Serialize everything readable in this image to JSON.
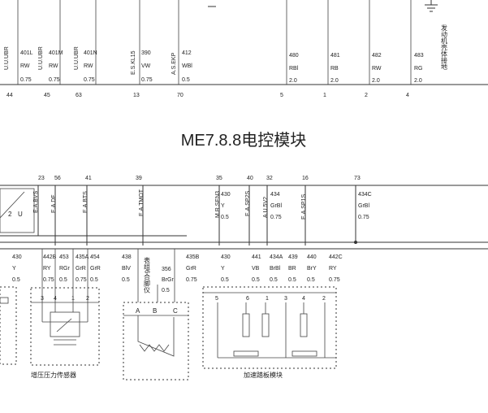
{
  "module_title": "ME7.8.8电控模块",
  "ground_label": "发动机壳体接地",
  "top_wires": [
    {
      "signal": "U.U.UBR",
      "code": "401L",
      "color": "RW",
      "size": "0.75",
      "pin": "44"
    },
    {
      "signal": "U.U.UBR",
      "code": "401M",
      "color": "RW",
      "size": "0.75",
      "pin": "45"
    },
    {
      "signal": "U.U.UBR",
      "code": "401N",
      "color": "RW",
      "size": "0.75",
      "pin": "63"
    },
    {
      "signal": "E.S.KL15",
      "code": "390",
      "color": "VW",
      "size": "0.75",
      "pin": "13"
    },
    {
      "signal": "A.S.EKP",
      "code": "412",
      "color": "WBl",
      "size": "0.5",
      "pin": "70"
    }
  ],
  "top_right_wires": [
    {
      "code": "480",
      "color": "RBl",
      "size": "2.0",
      "pin": "5"
    },
    {
      "code": "481",
      "color": "RB",
      "size": "2.0",
      "pin": "1"
    },
    {
      "code": "482",
      "color": "RW",
      "size": "2.0",
      "pin": "2"
    },
    {
      "code": "483",
      "color": "RG",
      "size": "2.0",
      "pin": "4"
    }
  ],
  "bottom_pins": [
    {
      "pin": "23",
      "signal": "E.A.BVS"
    },
    {
      "pin": "56",
      "signal": "E.A.DF"
    },
    {
      "pin": "41",
      "signal": "E.A.BTS"
    },
    {
      "pin": "39",
      "signal": "E.A.TMOT"
    },
    {
      "pin": "35",
      "signal": "M.R.SEN3"
    },
    {
      "pin": "40",
      "signal": "E.A.SP2S"
    },
    {
      "pin": "32",
      "signal": "A.U.5V2"
    },
    {
      "pin": "16",
      "signal": "E.A.SP1S"
    },
    {
      "pin": "73",
      "signal": ""
    }
  ],
  "pin_spec_430": {
    "code": "430",
    "color": "Y",
    "size": "0.5"
  },
  "pin_spec_434": {
    "code": "434",
    "color": "GrBl",
    "size": "0.75"
  },
  "pin_spec_434c": {
    "code": "434C",
    "color": "GrBl",
    "size": "0.75"
  },
  "left_small": {
    "pin": "2",
    "label": "U"
  },
  "lower_wires": [
    {
      "code": "430",
      "color": "Y",
      "size": "0.5"
    },
    {
      "code": "442B",
      "color": "RY",
      "size": "0.75"
    },
    {
      "code": "453",
      "color": "RGr",
      "size": "0.5"
    },
    {
      "code": "435A",
      "color": "GrR",
      "size": "0.75"
    },
    {
      "code": "454",
      "color": "GrR",
      "size": "0.5"
    },
    {
      "code": "438",
      "color": "BlV",
      "size": "0.5"
    },
    {
      "code": "356",
      "color": "BrGr",
      "size": "0.5"
    },
    {
      "code": "435B",
      "color": "GrR",
      "size": "0.75"
    },
    {
      "code": "430",
      "color": "Y",
      "size": "0.5"
    },
    {
      "code": "441",
      "color": "VB",
      "size": "0.5"
    },
    {
      "code": "434A",
      "color": "BrBl",
      "size": "0.5"
    },
    {
      "code": "439",
      "color": "BR",
      "size": "0.5"
    },
    {
      "code": "440",
      "color": "BrY",
      "size": "0.5"
    },
    {
      "code": "442C",
      "color": "RY",
      "size": "0.75"
    }
  ],
  "cluster_note": "表组6合脚仪",
  "boost_sensor": {
    "label": "增压压力传感器",
    "pins": [
      "3",
      "4",
      "1",
      "2"
    ]
  },
  "temp_sensor": {
    "pins": [
      "A",
      "B",
      "C"
    ]
  },
  "pedal_module": {
    "label": "加速踏板模块",
    "pins": [
      "5",
      "6",
      "1",
      "3",
      "4",
      "2"
    ]
  }
}
